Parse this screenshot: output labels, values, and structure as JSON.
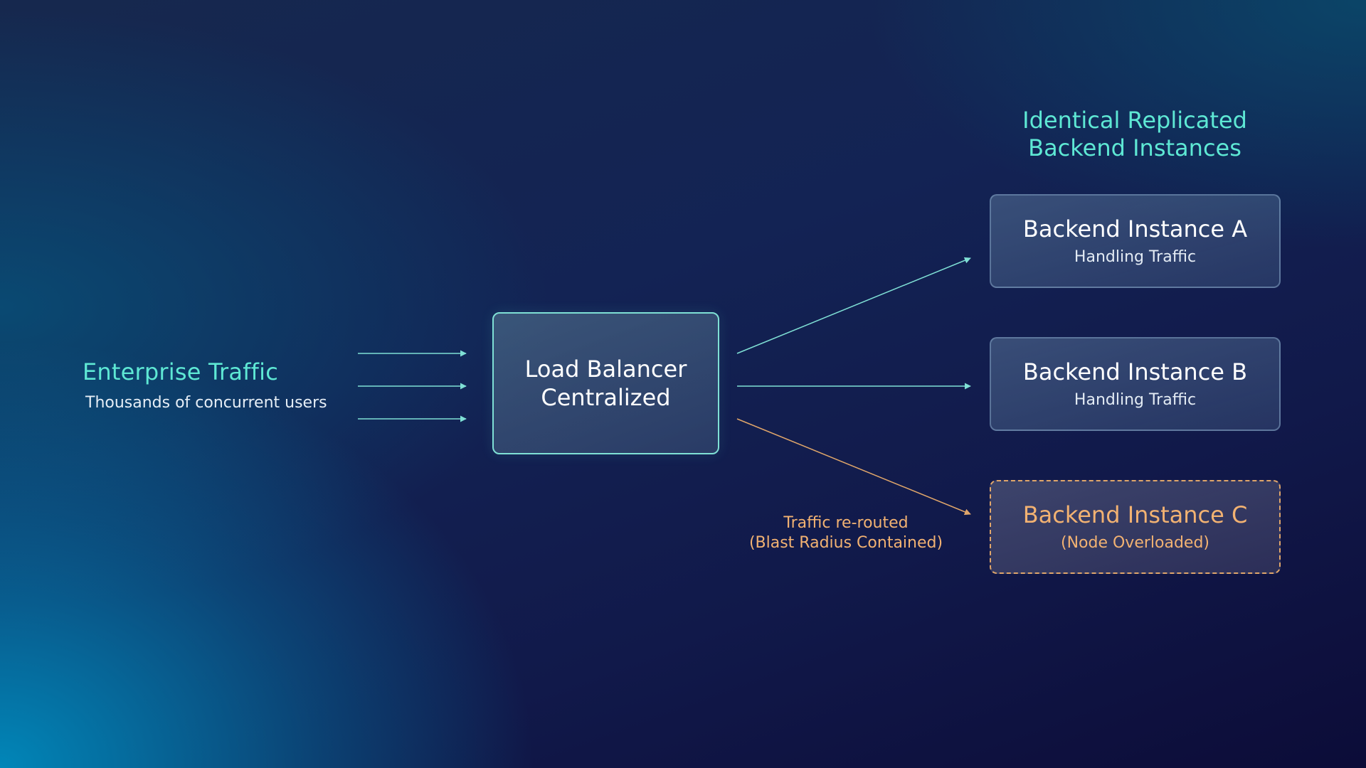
{
  "source": {
    "title": "Enterprise Traffic",
    "subtitle": "Thousands of concurrent users"
  },
  "load_balancer": {
    "line1": "Load Balancer",
    "line2": "Centralized"
  },
  "backend_group": {
    "title_line1": "Identical Replicated",
    "title_line2": "Backend Instances"
  },
  "backends": [
    {
      "name": "Backend Instance A",
      "status": "Handling Traffic",
      "state": "healthy"
    },
    {
      "name": "Backend Instance B",
      "status": "Handling Traffic",
      "state": "healthy"
    },
    {
      "name": "Backend Instance C",
      "status": "(Node Overloaded)",
      "state": "overloaded"
    }
  ],
  "reroute_note": {
    "line1": "Traffic re-routed",
    "line2": "(Blast Radius Contained)"
  },
  "colors": {
    "accent_teal": "#5ee8d4",
    "arrow_teal": "#7fe0d5",
    "warning_orange": "#f2b272"
  }
}
